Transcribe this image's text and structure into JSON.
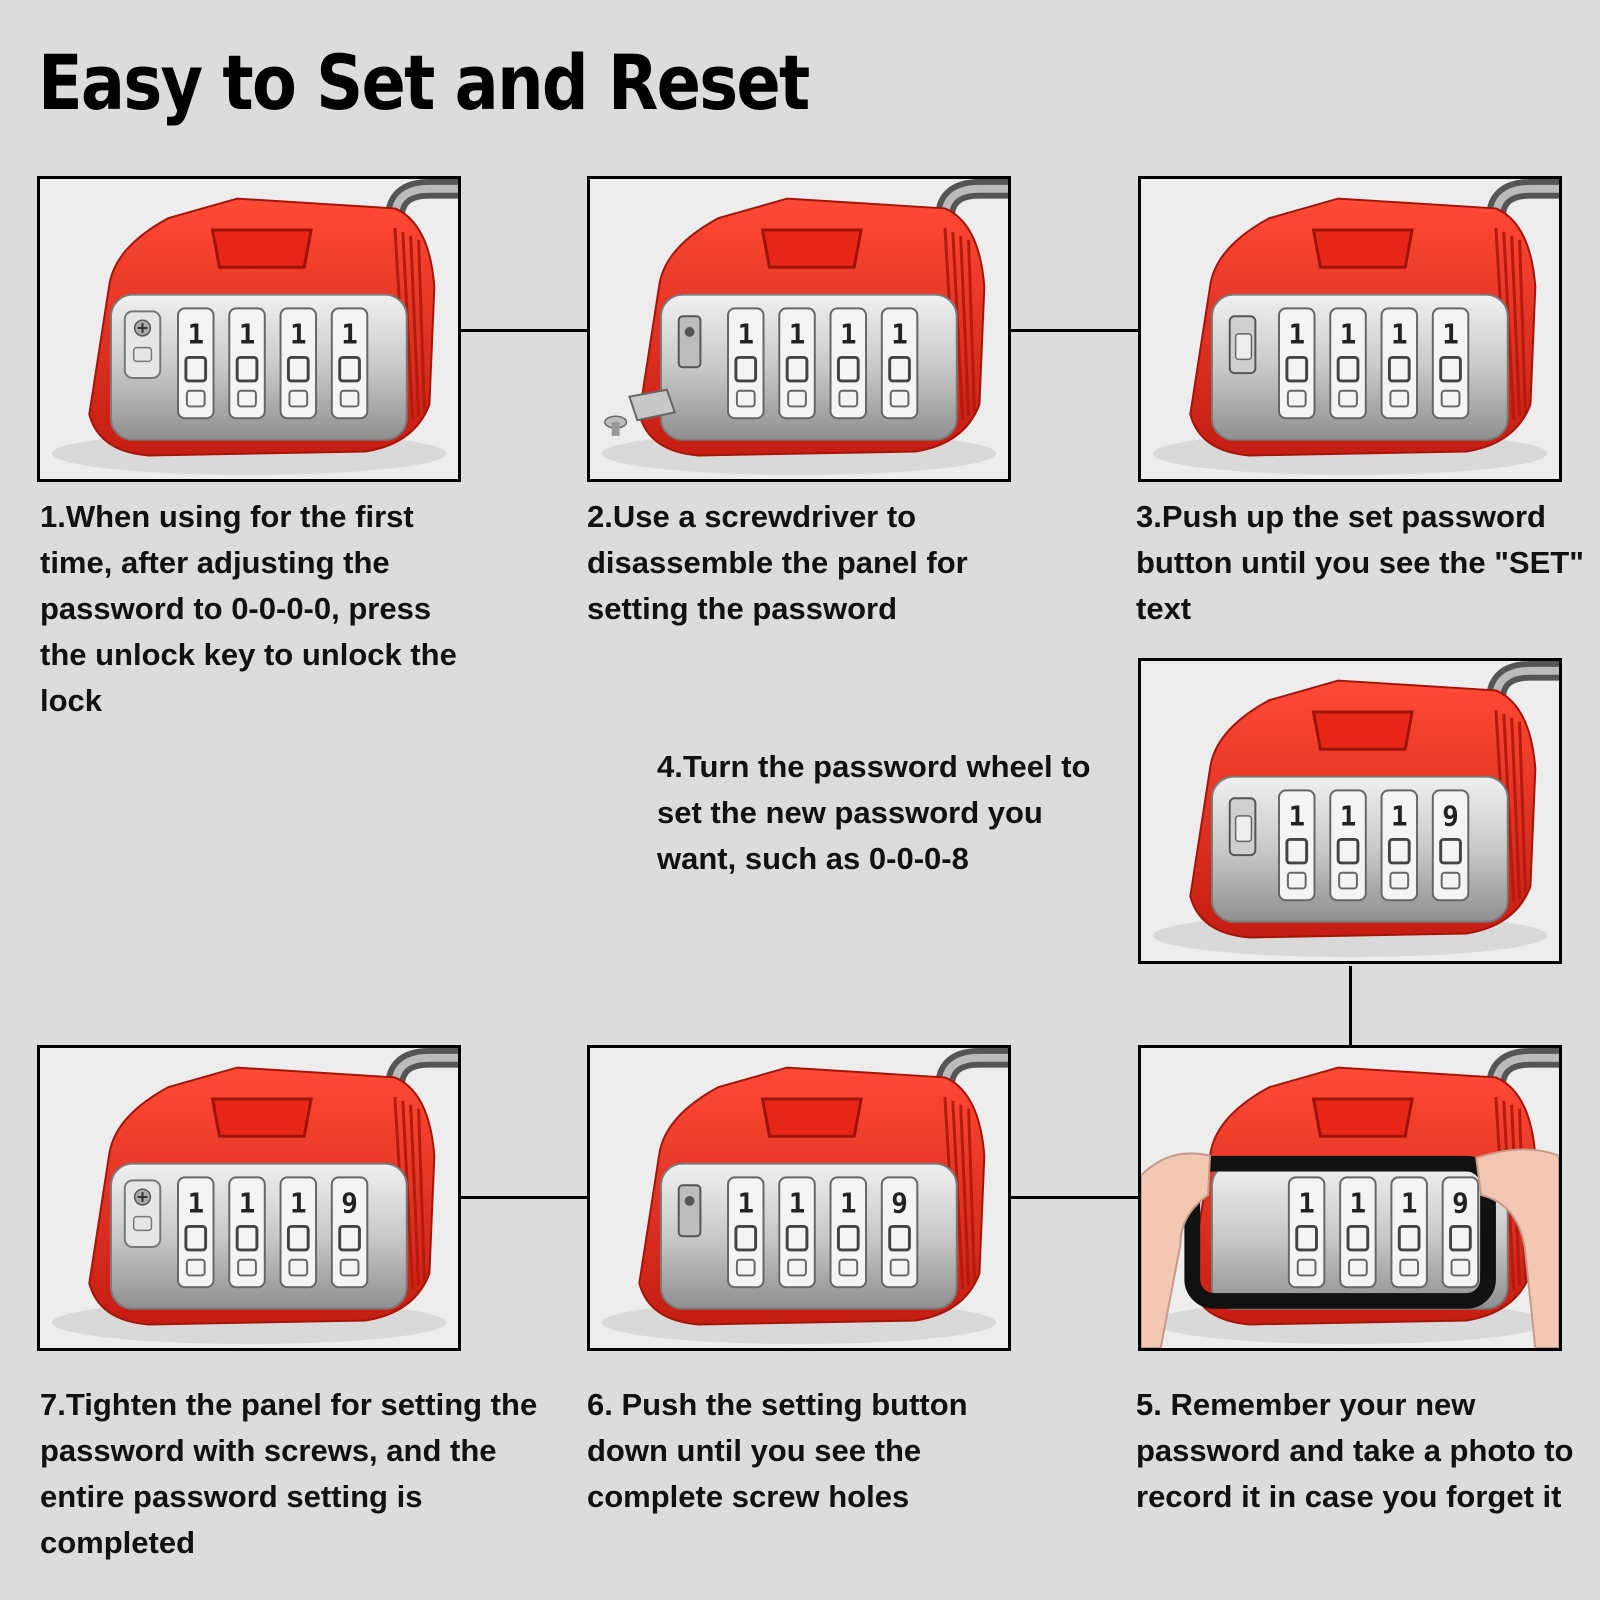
{
  "title": "Easy to Set and Reset",
  "colors": {
    "lock_red": "#f42a1a",
    "lock_red_dark": "#c41d12",
    "metal": "#c9c9c9",
    "background": "#dcdcdc"
  },
  "steps": [
    {
      "id": 1,
      "text": "1.When using for the first time, after adjusting the password to 0-0-0-0, press the unlock key to unlock the lock",
      "dials": [
        "1",
        "1",
        "1",
        "1"
      ],
      "button": "screw-panel"
    },
    {
      "id": 2,
      "text": "2.Use a screwdriver to disassemble the panel for setting the password",
      "dials": [
        "1",
        "1",
        "1",
        "1"
      ],
      "button": "open-slot"
    },
    {
      "id": 3,
      "text": "3.Push up the set password button until you see the \"SET\" text",
      "dials": [
        "1",
        "1",
        "1",
        "1"
      ],
      "button": "set-slot"
    },
    {
      "id": 4,
      "text": "4.Turn the password wheel to set the new password you want, such as 0-0-0-8",
      "dials": [
        "1",
        "1",
        "1",
        "9"
      ],
      "button": "set-slot"
    },
    {
      "id": 5,
      "text": "5. Remember your new password and take a photo to record it in case you forget it",
      "dials": [
        "1",
        "1",
        "1",
        "9"
      ],
      "button": "phone-photo"
    },
    {
      "id": 6,
      "text": "6. Push the setting button down until you see the complete screw holes",
      "dials": [
        "1",
        "1",
        "1",
        "9"
      ],
      "button": "open-slot"
    },
    {
      "id": 7,
      "text": "7.Tighten the panel for setting the password with screws, and the entire password setting is completed",
      "dials": [
        "1",
        "1",
        "1",
        "9"
      ],
      "button": "screw-panel"
    }
  ],
  "icons": {
    "lock": "padlock-icon",
    "phone": "phone-icon",
    "hand": "hand-icon",
    "screw": "screw-icon"
  }
}
